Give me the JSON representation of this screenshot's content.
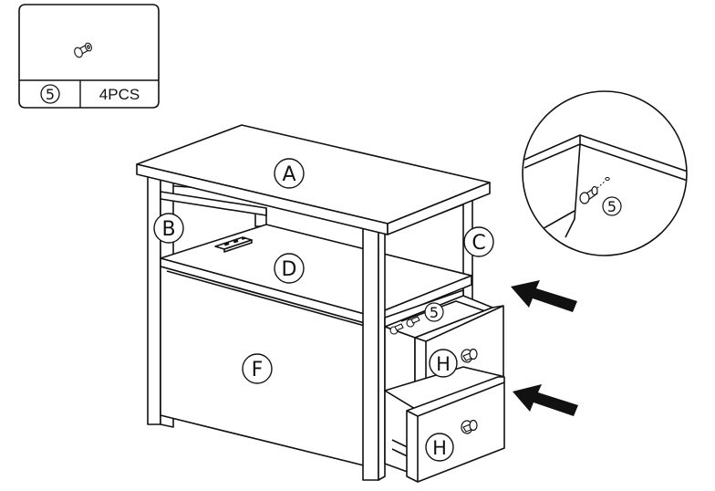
{
  "parts_box": {
    "part_number": "5",
    "quantity": "4PCS"
  },
  "panel_labels": {
    "top": "A",
    "left_side": "B",
    "right_side": "C",
    "shelf": "D",
    "back_panel": "F",
    "drawer_front_upper": "H",
    "drawer_front_lower": "H"
  },
  "callouts": {
    "drawer_knob_part": "5",
    "detail_part": "5"
  },
  "colors": {
    "line": "#111111",
    "background": "#ffffff"
  }
}
